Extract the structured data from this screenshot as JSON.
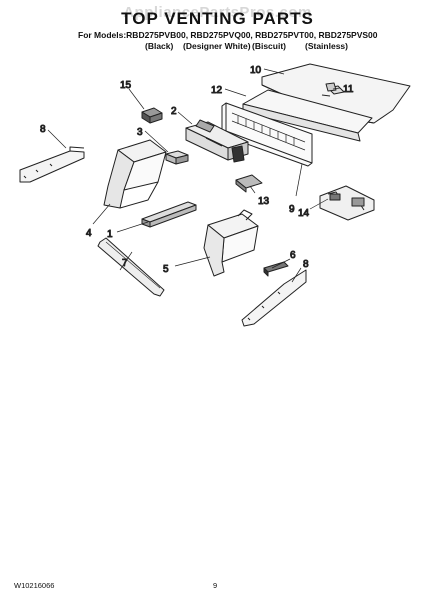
{
  "header": {
    "watermark": "AppliancePartsPros.com",
    "title": "TOP VENTING PARTS",
    "models_line": "For Models:RBD275PVB00, RBD275PVQ00, RBD275PVT00, RBD275PVS00",
    "variants": [
      "(Black)",
      "(Designer White)",
      "(Biscuit)",
      "(Stainless)"
    ]
  },
  "callouts": {
    "c1": "1",
    "c2": "2",
    "c3": "3",
    "c4": "4",
    "c5": "5",
    "c6": "6",
    "c7": "7",
    "c8a": "8",
    "c8b": "8",
    "c9": "9",
    "c10": "10",
    "c11": "11",
    "c12": "12",
    "c13": "13",
    "c14": "14",
    "c15": "15"
  },
  "footer": {
    "doc_number": "W10216066",
    "page_number": "9"
  }
}
